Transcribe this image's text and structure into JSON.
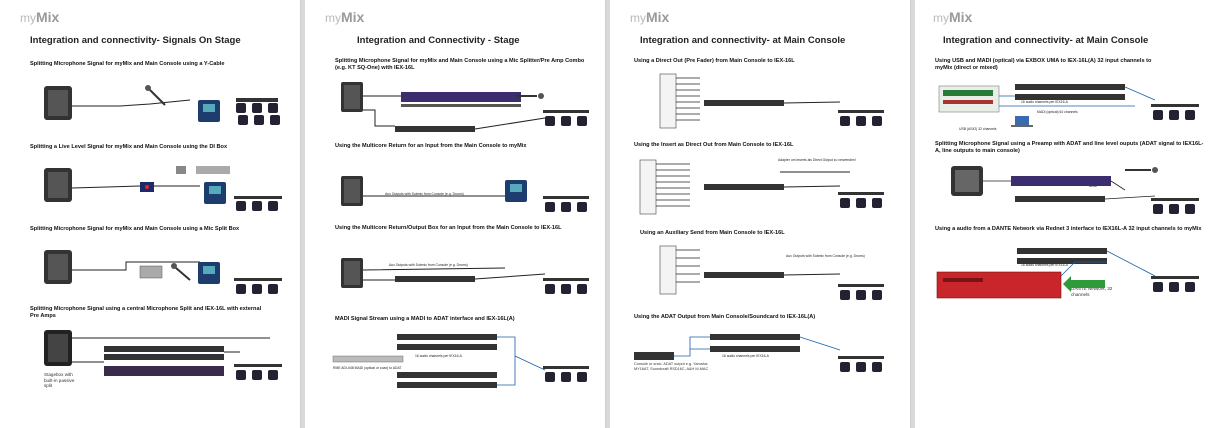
{
  "brand": {
    "prefix": "my",
    "name": "Mix"
  },
  "pages": [
    {
      "title": "Integration and connectivity- Signals On Stage",
      "sections": [
        "Splitting Microphone Signal for myMix and Main Console using a Y-Cable",
        "Splitting a Live Level Signal  for myMix and Main Console using the DI Box",
        "Splitting Microphone Signal for myMix and Main Console using a Mic Split Box",
        "Splitting Microphone Signal using  a central Microphone Split and IEX-16L with external Pre Amps"
      ],
      "caption": "Stagebox with built-in passive split"
    },
    {
      "title": "Integration and Connectivity - Stage",
      "sections": [
        "Splitting Microphone Signal for myMix and Main Console using a  Mic Splitter/Pre Amp Combo (e.g. KT SQ-One) with  IEX-16L",
        "Using the Multicore Return for an Input from the Main Console to myMix",
        "Using the Multicore Return/Output Box for an Input from the Main Console to IEX-16L",
        "MADI Signal Stream using a MADI to ADAT  interface and IEX-16L(A)"
      ],
      "notes": {
        "aux1": "Aux Outputs with Submix from Console (e.g. Drums)",
        "aux2": "Aux Outputs with Submix from Console (e.g. Drums)",
        "ch16": "16 audio channels per IEX16-A",
        "madi": "RME ADI-648  MADI (optical or coax) to ADAT"
      }
    },
    {
      "title": "Integration and connectivity- at Main Console",
      "sections": [
        "Using a Direct Out (Pre Fader) from Main Console to IEX-16L",
        "Using the Insert as Direct Out  from Main Console to IEX-16L",
        "Using an Auxiliary Send  from Main Console to IEX-16L",
        "Using the ADAT Output  from Main Console/Soundcard to IEX-16L(A)"
      ],
      "notes": {
        "adapter": "Adapter um Inserts als Direct Output zu verwenden!",
        "aux": "Aux Outputs with Submix from Console (e.g. Drums)",
        "ch16": "16 audio channels per IEX16-A"
      },
      "caption": "Console or sndc. ADAT output e.g. Yamaha: MY16AT, Soundcraft RSD16C, A&H M-MAC"
    },
    {
      "title": "Integration and connectivity- at Main Console",
      "sections": [
        "Using USB and MADI (optical) via EXBOX UMA to  IEX-16L(A) 32 input channels to myMix (direct or mixed)",
        "Splitting Microphone Signal using  a Preamp with ADAT and line level ouputs (ADAT signal to IEX16L-A, line outputs to main console)",
        "Using a audio from a DANTE Network via Rednet 3 interface to  IEX16L-A 32 input channels to myMix"
      ],
      "notes": {
        "ch16a": "16 audio channels per IEX16-A",
        "madi": "MADI (optical) 64 channels",
        "usb": "USB (ASIO) 32 channels",
        "ch16b": "16 audio channels per IEX16-A",
        "adat": "ADAT",
        "dante": "DANTE  Network, 32 channels"
      }
    }
  ]
}
